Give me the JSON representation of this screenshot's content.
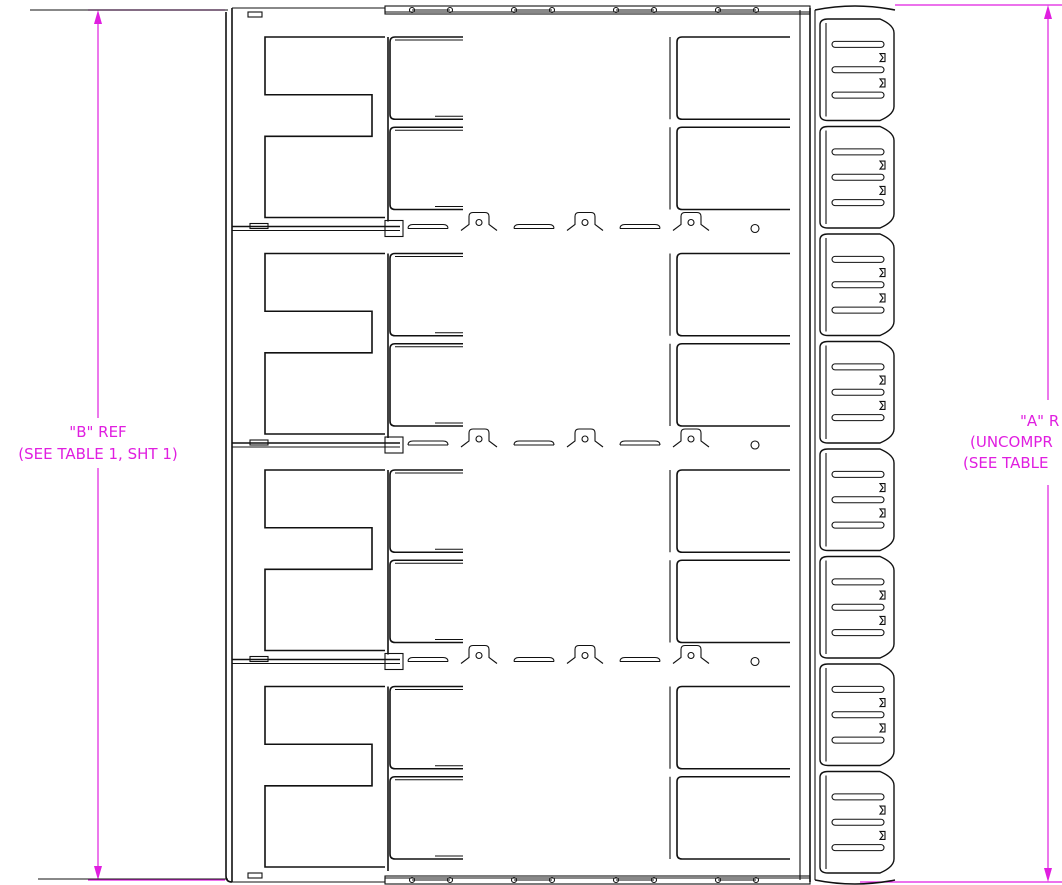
{
  "drawing": {
    "dimension_b": {
      "line1": "\"B\" REF",
      "line2": "(SEE TABLE 1, SHT 1)"
    },
    "dimension_a": {
      "line1": "\"A\" R",
      "line2": "(UNCOMPR",
      "line3": "(SEE TABLE"
    },
    "colors": {
      "dimension": "#e01ee0",
      "outline": "#111111",
      "background": "#ffffff"
    },
    "structure": {
      "bays": 4,
      "springs_per_bay": 2,
      "finger_panels": 8
    }
  }
}
